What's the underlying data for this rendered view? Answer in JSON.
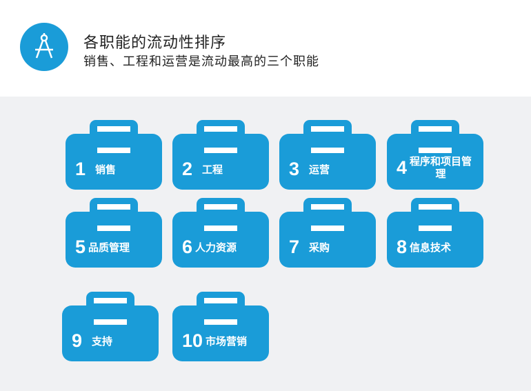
{
  "header": {
    "title": "各职能的流动性排序",
    "subtitle": "销售、工程和运营是流动最高的三个职能",
    "icon": "compass-icon"
  },
  "colors": {
    "accent": "#1a9cd8",
    "background": "#f0f1f3"
  },
  "functions": [
    {
      "rank": "1",
      "label": "销售"
    },
    {
      "rank": "2",
      "label": "工程"
    },
    {
      "rank": "3",
      "label": "运营"
    },
    {
      "rank": "4",
      "label": "程序和项目管理"
    },
    {
      "rank": "5",
      "label": "品质管理"
    },
    {
      "rank": "6",
      "label": "人力资源"
    },
    {
      "rank": "7",
      "label": "采购"
    },
    {
      "rank": "8",
      "label": "信息技术"
    },
    {
      "rank": "9",
      "label": "支持"
    },
    {
      "rank": "10",
      "label": "市场营销"
    }
  ]
}
